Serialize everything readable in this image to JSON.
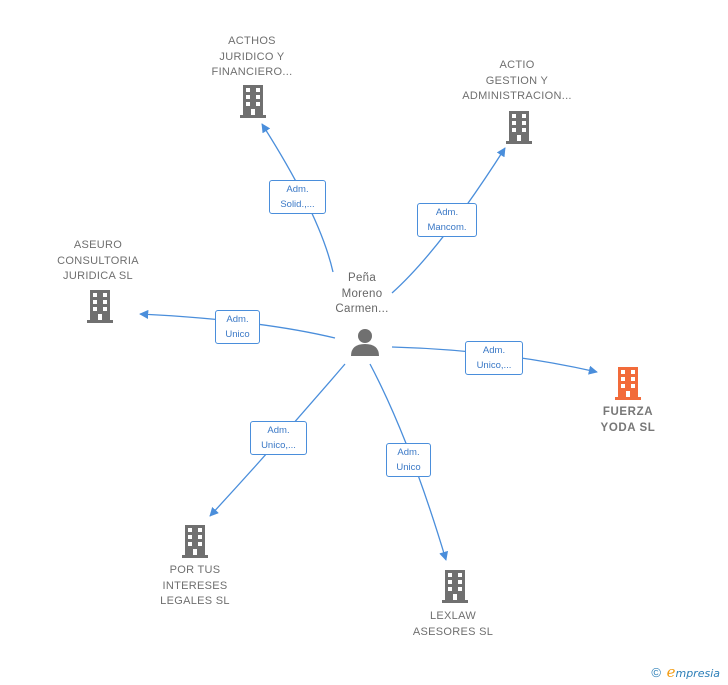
{
  "center": {
    "label": "Peña\nMoreno\nCarmen..."
  },
  "nodes": [
    {
      "id": "acthos",
      "label": "ACTHOS\nJURIDICO Y\nFINANCIERO...",
      "focus": false
    },
    {
      "id": "actio",
      "label": "ACTIO\nGESTION Y\nADMINISTRACION...",
      "focus": false
    },
    {
      "id": "aseuro",
      "label": "ASEURO\nCONSULTORIA\nJURIDICA SL",
      "focus": false
    },
    {
      "id": "fuerza",
      "label": "FUERZA\nYODA  SL",
      "focus": true
    },
    {
      "id": "portus",
      "label": "POR TUS\nINTERESES\nLEGALES  SL",
      "focus": false
    },
    {
      "id": "lexlaw",
      "label": "LEXLAW\nASESORES  SL",
      "focus": false
    }
  ],
  "edges": [
    {
      "to": "acthos",
      "label": "Adm.\nSolid.,..."
    },
    {
      "to": "actio",
      "label": "Adm.\nMancom."
    },
    {
      "to": "aseuro",
      "label": "Adm.\nUnico"
    },
    {
      "to": "fuerza",
      "label": "Adm.\nUnico,..."
    },
    {
      "to": "portus",
      "label": "Adm.\nUnico,..."
    },
    {
      "to": "lexlaw",
      "label": "Adm.\nUnico"
    }
  ],
  "footer": {
    "copyright": "©",
    "brand_e": "e",
    "brand_rest": "mpresia"
  },
  "colors": {
    "edge": "#4a8edb",
    "building": "#707070",
    "focus_building": "#f26b3a",
    "person": "#707070"
  }
}
